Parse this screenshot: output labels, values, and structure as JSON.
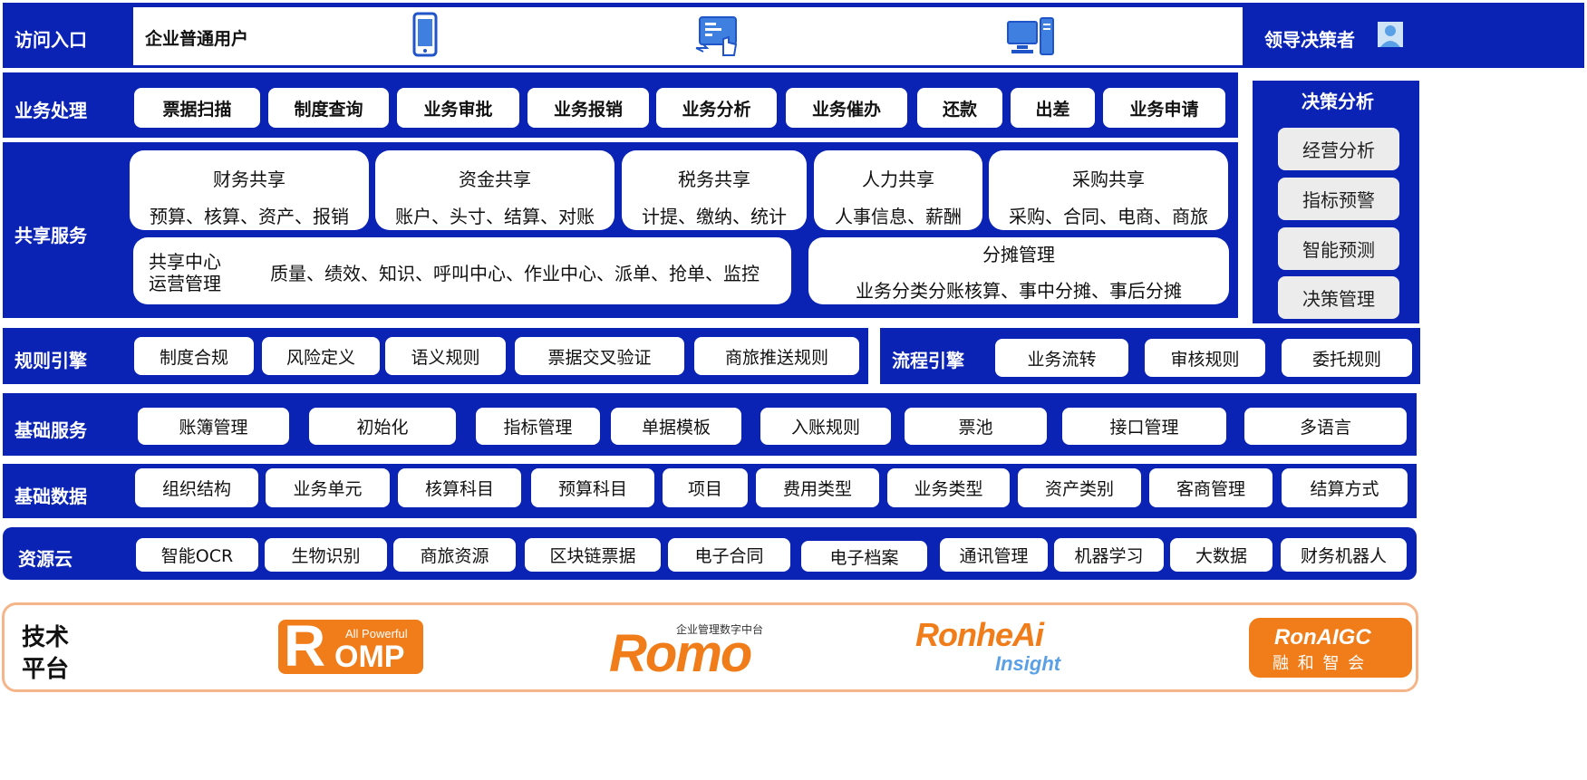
{
  "access": {
    "label": "访问入口",
    "user_label": "企业普通用户",
    "leader_label": "领导决策者",
    "icons": [
      "mobile-phone-icon",
      "tablet-touch-icon",
      "desktop-computer-icon",
      "person-avatar-icon"
    ]
  },
  "business": {
    "label": "业务处理",
    "items": [
      "票据扫描",
      "制度查询",
      "业务审批",
      "业务报销",
      "业务分析",
      "业务催办",
      "还款",
      "出差",
      "业务申请"
    ]
  },
  "decision": {
    "title": "决策分析",
    "items": [
      "经营分析",
      "指标预警",
      "智能预测",
      "决策管理"
    ]
  },
  "shared": {
    "label": "共享服务",
    "cards": [
      {
        "title": "财务共享",
        "desc": "预算、核算、资产、报销"
      },
      {
        "title": "资金共享",
        "desc": "账户、头寸、结算、对账"
      },
      {
        "title": "税务共享",
        "desc": "计提、缴纳、统计"
      },
      {
        "title": "人力共享",
        "desc": "人事信息、薪酬"
      },
      {
        "title": "采购共享",
        "desc": "采购、合同、电商、商旅"
      }
    ],
    "ops": {
      "title_line1": "共享中心",
      "title_line2": "运营管理",
      "desc": "质量、绩效、知识、呼叫中心、作业中心、派单、抢单、监控"
    },
    "alloc": {
      "title": "分摊管理",
      "desc": "业务分类分账核算、事中分摊、事后分摊"
    }
  },
  "rules": {
    "label": "规则引擎",
    "items": [
      "制度合规",
      "风险定义",
      "语义规则",
      "票据交叉验证",
      "商旅推送规则"
    ]
  },
  "process": {
    "label": "流程引擎",
    "items": [
      "业务流转",
      "审核规则",
      "委托规则"
    ]
  },
  "basic_services": {
    "label": "基础服务",
    "items": [
      "账簿管理",
      "初始化",
      "指标管理",
      "单据模板",
      "入账规则",
      "票池",
      "接口管理",
      "多语言"
    ]
  },
  "basic_data": {
    "label": "基础数据",
    "items": [
      "组织结构",
      "业务单元",
      "核算科目",
      "预算科目",
      "项目",
      "费用类型",
      "业务类型",
      "资产类别",
      "客商管理",
      "结算方式"
    ]
  },
  "resource": {
    "label": "资源云",
    "items": [
      "智能OCR",
      "生物识别",
      "商旅资源",
      "区块链票据",
      "电子合同",
      "电子档案",
      "通讯管理",
      "机器学习",
      "大数据",
      "财务机器人"
    ]
  },
  "tech": {
    "label_line1": "技术",
    "label_line2": "平台",
    "logos": {
      "romp": {
        "main": "OMP",
        "r": "R",
        "tag": "All Powerful"
      },
      "romo": {
        "main": "Romo",
        "tag": "企业管理数字中台"
      },
      "ronhe": {
        "main": "RonheAi",
        "sub": "Insight"
      },
      "aigc": {
        "main": "RonAIGC",
        "sub": "融 和 智 会"
      }
    }
  },
  "colors": {
    "band": "#0a23b5",
    "accent_orange": "#f07d1a",
    "frame_orange": "#f5b58a",
    "insight_blue": "#5aa0e6"
  }
}
